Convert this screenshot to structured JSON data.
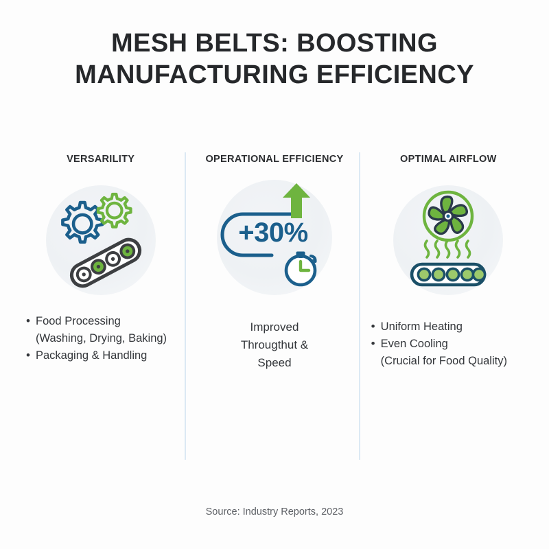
{
  "page": {
    "background_color": "#fdfdfd",
    "title_lines": [
      "MESH BELTS: BOOSTING",
      "MANUFACTURING EFFICIENCY"
    ],
    "title_color": "#26282b"
  },
  "palette": {
    "blue": "#1b5f8c",
    "dark_navy": "#2a3a4a",
    "green": "#6eb43f",
    "light_green": "#9cc96b",
    "divider": "#dce9f4",
    "icon_circle": "#eef1f4",
    "text": "#33363a",
    "footer_text": "#5e6166"
  },
  "columns": [
    {
      "id": "versatility",
      "heading": "VERSARILITY",
      "icon_name": "gears-conveyor-icon",
      "text_style": "bullets",
      "lines": [
        {
          "type": "bullet",
          "text": "Food Processing"
        },
        {
          "type": "sub",
          "text": "(Washing, Drying, Baking)"
        },
        {
          "type": "bullet",
          "text": "Packaging & Handling"
        }
      ]
    },
    {
      "id": "operational-efficiency",
      "heading": "OPERATIONAL EFFICIENCY",
      "icon_name": "growth-arrow-stopwatch-icon",
      "stat_value": "+30%",
      "text_style": "centered",
      "lines": [
        {
          "type": "plain",
          "text": "Improved"
        },
        {
          "type": "plain",
          "text": "Througthut &"
        },
        {
          "type": "plain",
          "text": "Speed"
        }
      ]
    },
    {
      "id": "optimal-airflow",
      "heading": "OPTIMAL AIRFLOW",
      "icon_name": "fan-airflow-conveyor-icon",
      "text_style": "bullets",
      "lines": [
        {
          "type": "bullet",
          "text": "Uniform Heating"
        },
        {
          "type": "bullet",
          "text": "Even Cooling"
        },
        {
          "type": "sub",
          "text": "(Crucial for Food Quality)"
        }
      ]
    }
  ],
  "footer": {
    "source": "Source: Industry Reports, 2023"
  }
}
